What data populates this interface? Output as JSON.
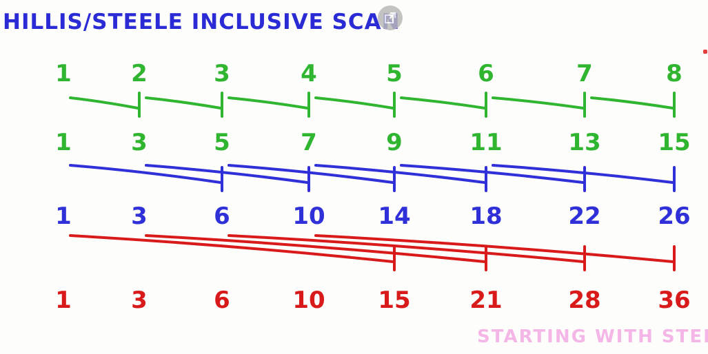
{
  "title": "HILLIS/STEELE INCLUSIVE SCAN",
  "subtitle": "STARTING WITH STEP",
  "colors": {
    "green": "#2fb52f",
    "blue": "#3030d8",
    "red": "#d81a1a",
    "title": "#2b2bd6",
    "subtitle": "#f4b6e6"
  },
  "rows": {
    "input": [
      "1",
      "2",
      "3",
      "4",
      "5",
      "6",
      "7",
      "8"
    ],
    "step1": [
      "1",
      "3",
      "5",
      "7",
      "9",
      "11",
      "13",
      "15"
    ],
    "step2": [
      "1",
      "3",
      "6",
      "10",
      "14",
      "18",
      "22",
      "26"
    ],
    "result": [
      "1",
      "3",
      "6",
      "10",
      "15",
      "21",
      "28",
      "36"
    ]
  },
  "expand_icon": "expand-icon"
}
